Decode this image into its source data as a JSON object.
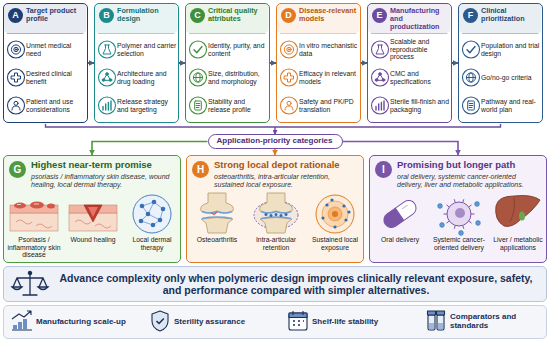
{
  "diagram": {
    "nodes": [
      {
        "text": [
          "A",
          "Target product profile",
          "Unmet medical need",
          "Desired clinical benefit",
          "Patient and use considerations"
        ]
      },
      {
        "text": [
          "B",
          "Formulation design",
          "Polymer and carrier selection",
          "Architecture and drug loading",
          "Release strategy and targeting"
        ]
      },
      {
        "text": [
          "C",
          "Critical quality attributes",
          "Identity, purity, and content",
          "Size, distribution, and morphology",
          "Stability and release profile"
        ]
      },
      {
        "text": [
          "D",
          "Disease-relevant models",
          "In vitro mechanistic data",
          "Efficacy in relevant models",
          "Safety and PK/PD translation"
        ]
      },
      {
        "text": [
          "E",
          "Manufacturing and productization",
          "Scalable and reproducible process",
          "CMC and specifications",
          "Sterile fill-finish and packaging"
        ]
      },
      {
        "text": [
          "F",
          "Clinical prioritization",
          "Population and trial design",
          "Go/no-go criteria",
          "Pathway and real-world plan"
        ]
      },
      {
        "text": [
          "Application-priority categories"
        ]
      },
      {
        "text": [
          "G",
          "Highest near-term promise",
          "psoriasis / inflammatory skin disease, wound healing, local dermal therapy.",
          "Psoriasis / inflammatory skin disease",
          "Wound healing",
          "Local dermal therapy"
        ]
      },
      {
        "text": [
          "H",
          "Strong local depot rationale",
          "osteoarthritis, intra-articular retention, sustained local exposure.",
          "Osteoarthritis",
          "Intra-articular retention",
          "Sustained local exposure"
        ]
      },
      {
        "text": [
          "I",
          "Promising but longer path",
          "oral delivery, systemic cancer-oriented delivery, liver and metabolic applications.",
          "Oral delivery",
          "Systemic cancer-oriented delivery",
          "Liver / metabolic applications"
        ]
      },
      {
        "text": [
          "Advance complexity only when polymeric design improves clinically relevant exposure, safety, and performance compared with simpler alternatives."
        ]
      },
      {
        "text": [
          "Manufacturing scale-up",
          "Sterility assurance",
          "Shelf-life stability",
          "Comparators and standards"
        ]
      }
    ],
    "edges": [
      {
        "from": 0,
        "to": 1,
        "arrow": "to"
      },
      {
        "from": 1,
        "to": 2,
        "arrow": "to"
      },
      {
        "from": 2,
        "to": 3,
        "arrow": "to"
      },
      {
        "from": 3,
        "to": 4,
        "arrow": "to"
      },
      {
        "from": 4,
        "to": 5,
        "arrow": "to"
      },
      {
        "from": 6,
        "to": 7,
        "arrow": "to"
      },
      {
        "from": 6,
        "to": 8,
        "arrow": "to"
      },
      {
        "from": 6,
        "to": 9,
        "arrow": "to"
      }
    ]
  }
}
